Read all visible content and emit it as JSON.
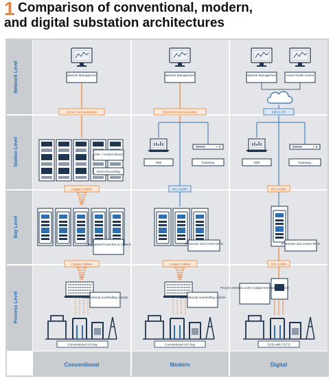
{
  "figure": {
    "number": "1",
    "title_line1": "Comparison of conventional, modern,",
    "title_line2": "and digital substation architectures"
  },
  "levels": [
    "Network Level",
    "Station Level",
    "Bay Level",
    "Process Level"
  ],
  "columns": {
    "conventional": {
      "footer": "Conventional",
      "network_box": "Network Management",
      "network_link": "Serial Communication",
      "station_box": "HMI + Control Board",
      "station_box2": "Event Recording",
      "station_link": "Copper Cables",
      "bay_box": "Hard-wired Protection & Control",
      "bay_link": "Copper Cables",
      "process_box": "Conventional marshalling cubicle",
      "yard_label": "Conventional AIS bay"
    },
    "modern": {
      "footer": "Modern",
      "network_box": "Network Management",
      "network_link": "Ethernet Communication",
      "hmi": "HMI",
      "gateway": "Gateway",
      "station_link": "IEC 61850",
      "bay_box": "Protection and control IEDs",
      "bay_link": "Copper Cables",
      "process_box": "Conventional marshalling cubicle",
      "yard_label": "Conventional AIS bay"
    },
    "digital": {
      "footer": "Digital",
      "network_box": "Network Management",
      "asset_box": "Asset Health Center",
      "network_link": "MPLS-TP",
      "hmi": "HMI",
      "gateway": "Gateway",
      "station_link": "IEC 61850",
      "bay_box": "Protection and control IEDs",
      "bay_link": "IEC 61850",
      "process_box": "Process interface units in digital marshalling cubicle",
      "yard_label": "DCB with FOCS"
    }
  },
  "colors": {
    "accent_orange": "#e8833a",
    "link_blue": "#2f6fb0",
    "navy": "#1f3550",
    "panel_gray": "#e3e5e8",
    "sidebar_gray": "#c9ccd1"
  }
}
